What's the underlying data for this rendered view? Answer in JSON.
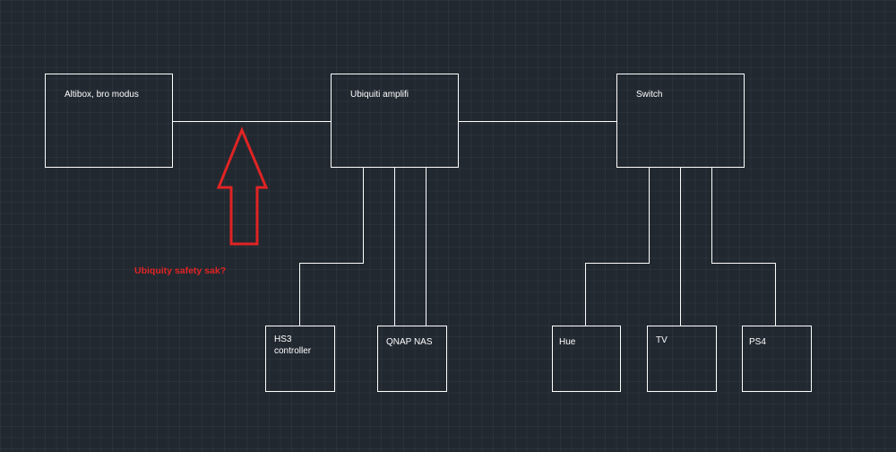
{
  "colors": {
    "background": "#212830",
    "stroke": "#ffffff",
    "text": "#ffffff",
    "annotation": "#e02424"
  },
  "nodes": {
    "altibox": {
      "label": "Altibox, bro modus"
    },
    "ubiquiti": {
      "label": "Ubiquiti amplifi"
    },
    "switch": {
      "label": "Switch"
    },
    "hs3": {
      "label_line1": "HS3",
      "label_line2": "controller"
    },
    "qnap": {
      "label": "QNAP NAS"
    },
    "hue": {
      "label": "Hue"
    },
    "tv": {
      "label": "TV"
    },
    "ps4": {
      "label": "PS4"
    }
  },
  "annotation": {
    "text": "Ubiquity safety sak?",
    "icon": "arrow-up-icon"
  }
}
